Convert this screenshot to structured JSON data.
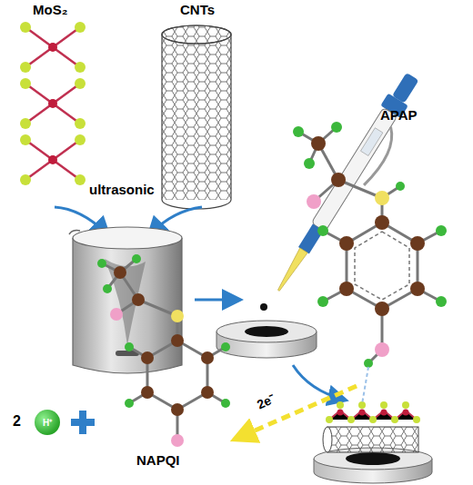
{
  "diagram": {
    "nodes": [
      {
        "text": [
          "H⁺"
        ]
      }
    ],
    "labels": [
      "MoS₂",
      "CNTs",
      "ultrasonic",
      "APAP",
      "2e⁻",
      "2",
      "NAPQI"
    ]
  }
}
